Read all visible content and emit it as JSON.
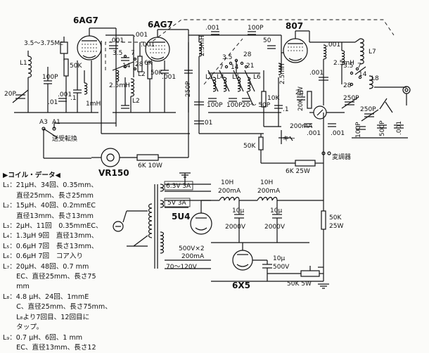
{
  "tubes": {
    "t1": "6AG7",
    "t2": "6AG7",
    "t3": "807",
    "rect": "5U4",
    "reg": "VR150",
    "t6": "6X5"
  },
  "labels": {
    "xtal": "3.5〜3.75Mc",
    "l1": "L1",
    "c_20p": "20P",
    "c_100p_a": "100P",
    "r_50k_a": "50K",
    "c_001_a": ".001",
    "c_01_a": ".01",
    "c_1": ".1",
    "rfc_1mh": "1mH",
    "c_001_b": ".001",
    "c_001_c": ".001",
    "r_6k_a": "6K",
    "c_001_d": ".001",
    "sw_35": "3.5",
    "sw_14": "14",
    "sw_7": "7",
    "sw_28": "28",
    "l2_top": "L2",
    "l2": "L2",
    "rfc_25a": "2.5mH",
    "r_50k_b": "50K",
    "c_001_e": ".001",
    "c_001_top": ".001",
    "c_100p_top": "100P",
    "sw2_35": "3.5",
    "sw2_14": "14",
    "sw2_28": "28",
    "sw2_7": "7",
    "sw2_21": "21",
    "l3": "L3",
    "l4": "L4",
    "l5": "L5",
    "l6": "L6",
    "c_250p_a": "250P",
    "rfc_25b": "2.5mH",
    "c_01_b": ".01",
    "c_100p_b": "100P",
    "c_100p_c": "100P",
    "c_20_50p": "20〜\n50P",
    "r_10k": "10K",
    "c_1_b": ".1",
    "r_50k_c": "50K",
    "c_50": "50",
    "rfc_25c": "2.5mH",
    "c_001_f": ".001",
    "c_001_g": ".001",
    "c_2u": "2μ",
    "r_20k3w": "20K 3W",
    "meter": "200mA",
    "c_001_h": ".001",
    "c_001_i": ".001",
    "rfc_25d": "2.5mH",
    "sw3_35": "3.5",
    "sw3_14": "14",
    "sw3_28": "28",
    "sw3_7": "7",
    "l7": "L7",
    "l8": "L8",
    "c_250p_b": "250P",
    "c_250p_c": "250P",
    "c_100p_d": "100P",
    "c_500p": "500P",
    "c_001_j": ".001",
    "a3": "A3",
    "a1": "A1",
    "sw_tr": "送受転換",
    "key": "キー",
    "r_6k_10w": "6K 10W",
    "r_6k_25w": "6K 25W",
    "mod": "変調器",
    "ps_63v": "6.3V 3A",
    "ps_5v": "5V 3A",
    "ps_500v": "500V×2",
    "ps_200ma": "200mA",
    "ps_70_120": "70〜120V",
    "ch1": "10H",
    "ch1b": "200mA",
    "ch2": "10H",
    "ch2b": "200mA",
    "c_10u_a": "10μ",
    "c_2000v_a": "2000V",
    "c_10u_b": "10μ",
    "c_2000v_b": "2000V",
    "r_50k_25w_a": "50K",
    "r_50k_25w_b": "25W",
    "c_10u_c": "10μ",
    "c_500v": "500V",
    "r_50k_5w": "50K 5W"
  },
  "coil_data": {
    "heading": "▶コイル・データ◀",
    "rows": [
      "L₁：21μH、34回、0.35mm、",
      "　　直径25mm、長さ25mm",
      "L₂：15μH、40回、0.2mmEC",
      "　　直径13mm、長さ13mm",
      "L₃：2μH、11回　0.35mmEC、",
      "L₄：1.3μH 9回　直径13mm、",
      "L₅：0.6μH 7回　長さ13mm、",
      "L₆：0.6μH 7回　コア入り",
      "L₇：20μH、48回、0.7 mm",
      "　　EC、直径25mm、長さ75",
      "　　mm",
      "L₈：4.8 μH、24回、1mmE",
      "　　C、直径25mm、長さ75mm、",
      "　　L₈より7回目、12回目に",
      "　　タップ。",
      "L₉：0.7 μH、6回、1 mm",
      "　　EC、直径13mm、長さ12"
    ]
  }
}
